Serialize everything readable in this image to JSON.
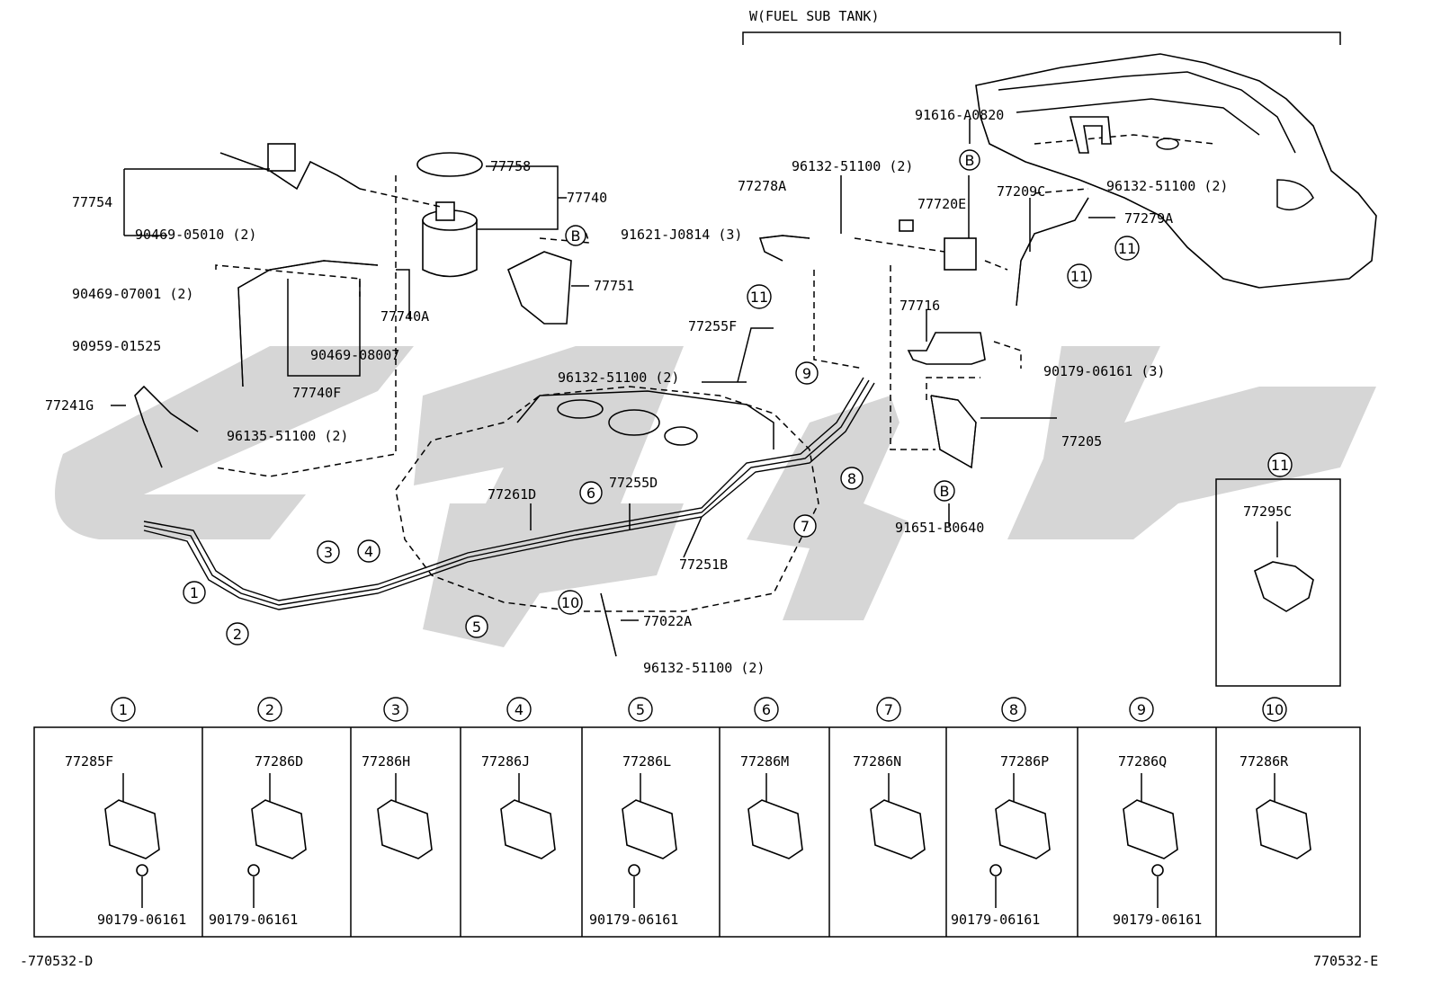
{
  "header": {
    "sub_tank_label": "W(FUEL SUB TANK)"
  },
  "footer": {
    "left_code": "-770532-D",
    "right_code": "770532-E"
  },
  "colors": {
    "line": "#000000",
    "watermark": "#d6d6d6",
    "background": "#ffffff"
  },
  "labels": {
    "p77754": "77754",
    "p90469_05010": "90469-05010 (2)",
    "p77758": "77758",
    "p77740": "77740",
    "p91621": "91621-J0814 (3)",
    "p77751": "77751",
    "p90469_07001": "90469-07001 (2)",
    "p77740A": "77740A",
    "p90959": "90959-01525",
    "p90469_08007": "90469-08007",
    "p77740F": "77740F",
    "p77241G": "77241G",
    "p96135": "96135-51100 (2)",
    "p77278A": "77278A",
    "p96132_a": "96132-51100 (2)",
    "p91616": "91616-A0820",
    "p77720E": "77720E",
    "p77209C": "77209C",
    "p96132_b": "96132-51100 (2)",
    "p77279A": "77279A",
    "p77255F": "77255F",
    "p77716": "77716",
    "p96132_c": "96132-51100 (2)",
    "p90179_3": "90179-06161 (3)",
    "p77205": "77205",
    "p91651": "91651-B0640",
    "p77261D": "77261D",
    "p77255D": "77255D",
    "p77251B": "77251B",
    "p77022A": "77022A",
    "p96132_d": "96132-51100 (2)",
    "p77295C": "77295C"
  },
  "markers": {
    "b": "B",
    "n1": "1",
    "n2": "2",
    "n3": "3",
    "n4": "4",
    "n5": "5",
    "n6": "6",
    "n7": "7",
    "n8": "8",
    "n9": "9",
    "n10": "10",
    "n11": "11"
  },
  "clamp_table": [
    {
      "index": "1",
      "part": "77285F",
      "bolt": "90179-06161"
    },
    {
      "index": "2",
      "part": "77286D",
      "bolt": "90179-06161"
    },
    {
      "index": "3",
      "part": "77286H",
      "bolt": ""
    },
    {
      "index": "4",
      "part": "77286J",
      "bolt": ""
    },
    {
      "index": "5",
      "part": "77286L",
      "bolt": "90179-06161"
    },
    {
      "index": "6",
      "part": "77286M",
      "bolt": ""
    },
    {
      "index": "7",
      "part": "77286N",
      "bolt": ""
    },
    {
      "index": "8",
      "part": "77286P",
      "bolt": "90179-06161"
    },
    {
      "index": "9",
      "part": "77286Q",
      "bolt": "90179-06161"
    },
    {
      "index": "10",
      "part": "77286R",
      "bolt": ""
    }
  ],
  "inset": {
    "index": "11",
    "part": "77295C"
  }
}
